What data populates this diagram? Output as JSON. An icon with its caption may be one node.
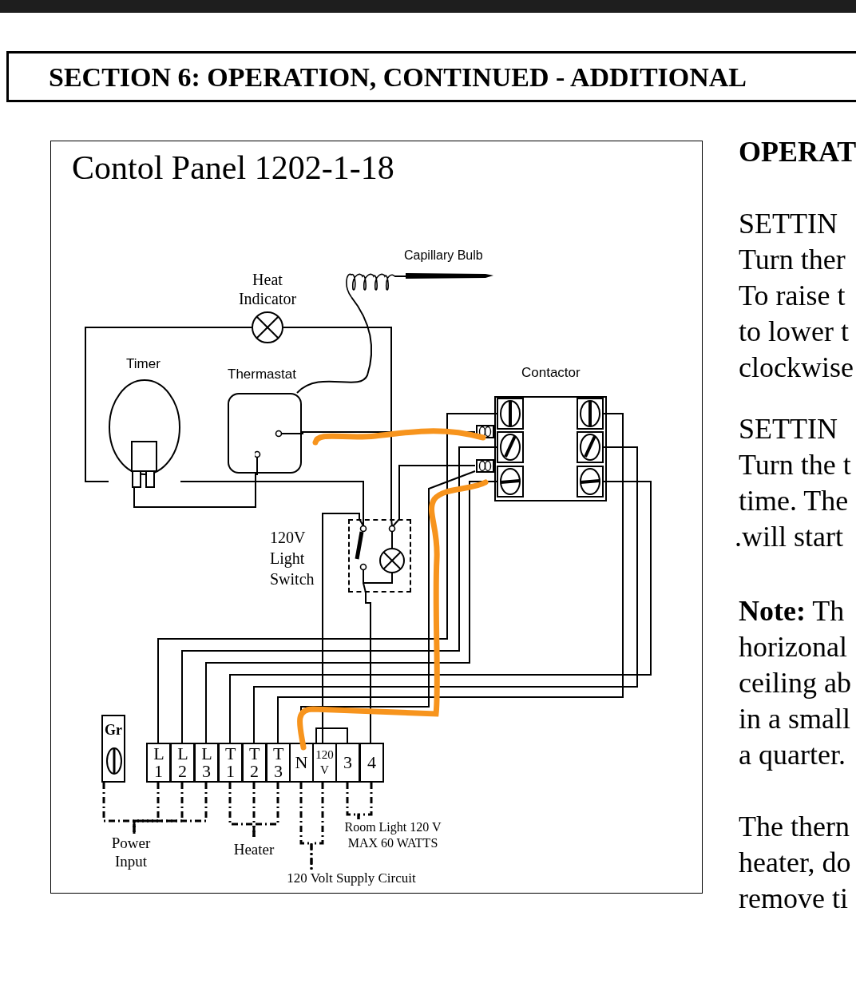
{
  "diagram": {
    "title": "Contol Panel 1202-1-18",
    "nodes": [
      {
        "text": [
          "Heat Indicator"
        ]
      },
      {
        "text": [
          "Capillary Bulb"
        ]
      },
      {
        "text": [
          "Timer"
        ]
      },
      {
        "text": [
          "Thermastat"
        ]
      },
      {
        "text": [
          "Contactor"
        ]
      },
      {
        "text": [
          "120V Light Switch"
        ]
      },
      {
        "text": [
          "Gr"
        ]
      },
      {
        "text": [
          "L 1"
        ]
      },
      {
        "text": [
          "L 2"
        ]
      },
      {
        "text": [
          "L 3"
        ]
      },
      {
        "text": [
          "T 1"
        ]
      },
      {
        "text": [
          "T 2"
        ]
      },
      {
        "text": [
          "T 3"
        ]
      },
      {
        "text": [
          "N"
        ]
      },
      {
        "text": [
          "120 V"
        ]
      },
      {
        "text": [
          "3"
        ]
      },
      {
        "text": [
          "4"
        ]
      },
      {
        "text": [
          "Power Input"
        ]
      },
      {
        "text": [
          "Heater"
        ]
      },
      {
        "text": [
          "Room Light 120 V MAX 60 WATTS"
        ]
      },
      {
        "text": [
          "120 Volt Supply Circuit"
        ]
      },
      {
        "text": [],
        "shape": "bar"
      }
    ],
    "edges": [
      {
        "from": 2,
        "to": 0,
        "arrow": "none"
      },
      {
        "from": 0,
        "to": 5,
        "arrow": "none"
      },
      {
        "from": 2,
        "to": 3,
        "arrow": "none"
      },
      {
        "from": 2,
        "to": 5,
        "arrow": "none"
      },
      {
        "from": 1,
        "to": 3,
        "arrow": "none"
      },
      {
        "from": 3,
        "to": 4,
        "arrow": "none"
      },
      {
        "from": 5,
        "to": 4,
        "arrow": "none"
      },
      {
        "from": 7,
        "to": 4,
        "arrow": "none"
      },
      {
        "from": 8,
        "to": 4,
        "arrow": "none"
      },
      {
        "from": 9,
        "to": 4,
        "arrow": "none"
      },
      {
        "from": 10,
        "to": 4,
        "arrow": "none"
      },
      {
        "from": 11,
        "to": 4,
        "arrow": "none"
      },
      {
        "from": 12,
        "to": 4,
        "arrow": "none"
      },
      {
        "from": 13,
        "to": 4,
        "arrow": "none"
      },
      {
        "from": 14,
        "to": 5,
        "arrow": "none"
      },
      {
        "from": 14,
        "to": 15,
        "arrow": "none"
      },
      {
        "from": 16,
        "to": 5,
        "arrow": "none"
      },
      {
        "from": 6,
        "to": 17,
        "arrow": "none",
        "style": "dashed"
      },
      {
        "from": 7,
        "to": 17,
        "arrow": "none",
        "style": "dashed"
      },
      {
        "from": 8,
        "to": 17,
        "arrow": "none",
        "style": "dashed"
      },
      {
        "from": 9,
        "to": 17,
        "arrow": "none",
        "style": "dashed"
      },
      {
        "from": 10,
        "to": 18,
        "arrow": "none",
        "style": "dashed"
      },
      {
        "from": 11,
        "to": 18,
        "arrow": "none",
        "style": "dashed"
      },
      {
        "from": 12,
        "to": 18,
        "arrow": "none",
        "style": "dashed"
      },
      {
        "from": 13,
        "to": 20,
        "arrow": "none",
        "style": "dashed"
      },
      {
        "from": 14,
        "to": 20,
        "arrow": "none",
        "style": "dashed"
      },
      {
        "from": 15,
        "to": 19,
        "arrow": "none",
        "style": "dashed"
      },
      {
        "from": 16,
        "to": 19,
        "arrow": "none",
        "style": "dashed"
      }
    ],
    "labels": [
      "SECTION 6: OPERATION, CONTINUED - ADDITIONAL",
      "OPERAT",
      "SETTIN",
      "Turn ther",
      "To raise t",
      "to lower t",
      "clockwise",
      "SETTIN",
      "Turn the t",
      "time. The",
      ".will start",
      "**Note:** Th",
      "horizonal",
      "ceiling ab",
      "in a small",
      "a quarter.",
      "The thern",
      "heater, do",
      "remove ti"
    ]
  }
}
